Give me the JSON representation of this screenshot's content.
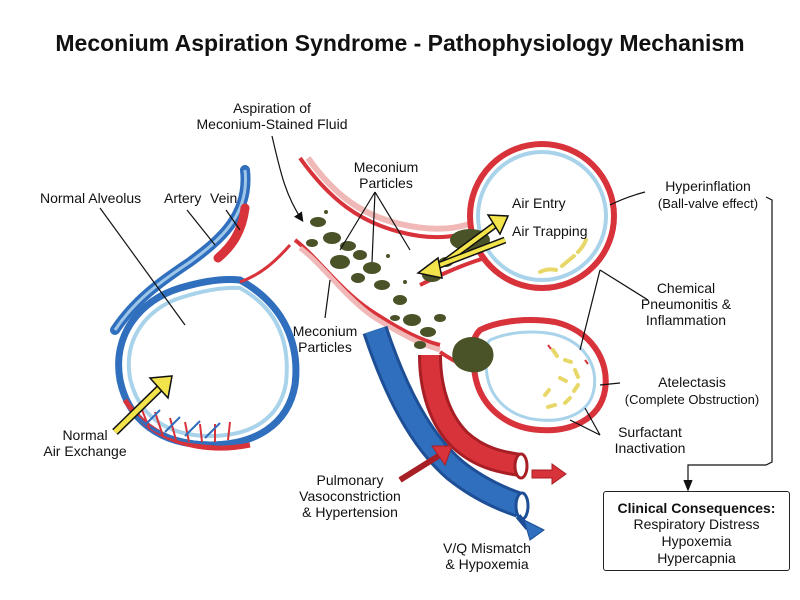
{
  "title": "Meconium Aspiration Syndrome - Pathophysiology Mechanism",
  "labels": {
    "aspiration_l1": "Aspiration of",
    "aspiration_l2": "Meconium-Stained Fluid",
    "meconium_particles_top_l1": "Meconium",
    "meconium_particles_top_l2": "Particles",
    "normal_alveolus": "Normal Alveolus",
    "artery": "Artery",
    "vein": "Vein",
    "air_entry": "Air Entry",
    "air_trapping": "Air Trapping",
    "hyperinflation": "Hyperinflation",
    "ball_valve": "(Ball-valve effect)",
    "chemical_l1": "Chemical",
    "chemical_l2": "Pneumonitis &",
    "chemical_l3": "Inflammation",
    "meconium_particles_mid_l1": "Meconium",
    "meconium_particles_mid_l2": "Particles",
    "atelectasis": "Atelectasis",
    "complete_obstruction": "(Complete Obstruction)",
    "surfactant_l1": "Surfactant",
    "surfactant_l2": "Inactivation",
    "normal_air_l1": "Normal",
    "normal_air_l2": "Air Exchange",
    "pulmonary_l1": "Pulmonary",
    "pulmonary_l2": "Vasoconstriction",
    "pulmonary_l3": "& Hypertension",
    "vq_l1": "V/Q Mismatch",
    "vq_l2": "& Hypoxemia"
  },
  "clinical": {
    "title": "Clinical Consequences:",
    "items": [
      "Respiratory Distress",
      "Hypoxemia",
      "Hypercapnia"
    ]
  },
  "colors": {
    "artery": "#d8323a",
    "vein": "#2f6fbd",
    "airway_pink": "#f0b9b7",
    "alveolus_fill": "#ffffff",
    "alveolus_inner": "#a9d3ea",
    "meconium": "#4a5227",
    "arrow_yellow": "#f2e44a",
    "surfactant": "#e8d86a"
  }
}
